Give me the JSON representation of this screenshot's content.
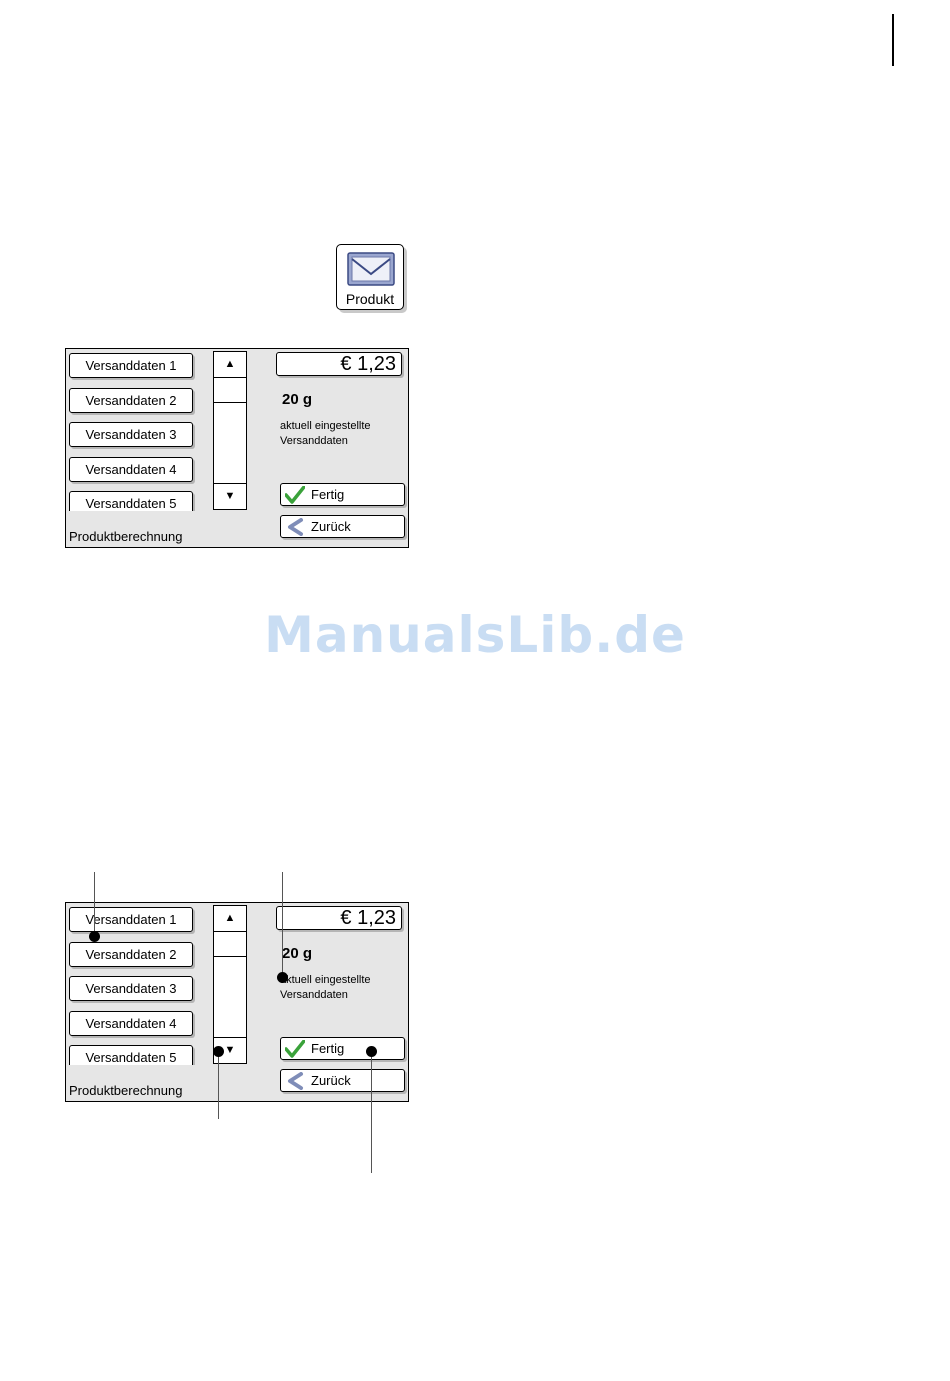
{
  "produkt_button": {
    "label": "Produkt",
    "icon": "envelope-icon"
  },
  "screen": {
    "list_items": [
      "Versanddaten 1",
      "Versanddaten 2",
      "Versanddaten 3",
      "Versanddaten 4",
      "Versanddaten 5"
    ],
    "scroll_up": "▲",
    "scroll_down": "▼",
    "price": "€ 1,23",
    "weight": "20 g",
    "info_line1": "aktuell eingestellte",
    "info_line2": "Versanddaten",
    "fertig": "Fertig",
    "zurueck": "Zurück",
    "title": "Produktberechnung"
  },
  "watermark": "ManualsLib.de",
  "colors": {
    "screen_bg": "#e6e6e6",
    "check": "#3aa23a",
    "back_arrow": "#7f8db8",
    "watermark": "#c9ddf3"
  }
}
